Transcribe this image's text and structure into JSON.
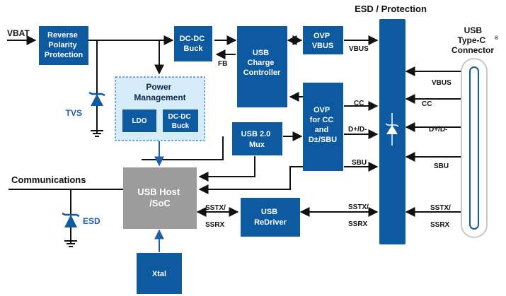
{
  "colors": {
    "block": "#0d5aa0",
    "block_light": "#2f78c4",
    "soc": "#9c9c9c",
    "pm_bg": "#d6ecfa",
    "line": "#111111",
    "accent": "#1f5fa8"
  },
  "labels": {
    "esd_title": "ESD / Protection",
    "vbat": "VBAT",
    "communications": "Communications",
    "tvs": "TVS",
    "esd": "ESD",
    "fb": "FB",
    "vbus_top": "VBUS",
    "cc_left": "CC",
    "dpdm_left": "D+/D-",
    "sbu_left": "SBU",
    "sstx_soc": "SSTX/",
    "ssrx_soc": "SSRX",
    "sstx_mid": "SSTX/",
    "ssrx_mid": "SSRX",
    "vbus_right": "VBUS",
    "cc_right": "CC",
    "dpdm_right": "D+/D-",
    "sbu_right": "SBU",
    "sstx_right": "SSTX/",
    "ssrx_right": "SSRX"
  },
  "blocks": {
    "reverse_polarity": [
      "Reverse",
      "Polarity",
      "Protection"
    ],
    "dcdc_buck": [
      "DC-DC",
      "Buck"
    ],
    "usb_charge": [
      "USB",
      "Charge",
      "Controller"
    ],
    "ovp_vbus": [
      "OVP",
      "VBUS"
    ],
    "power_mgmt": [
      "Power",
      "Management"
    ],
    "ldo": "LDO",
    "pm_buck": [
      "DC-DC",
      "Buck"
    ],
    "ovp_cc": [
      "OVP",
      "for CC",
      "and",
      "D±/SBU"
    ],
    "mux": [
      "USB 2.0",
      "Mux"
    ],
    "soc": [
      "USB Host",
      "/SoC"
    ],
    "redriver": [
      "USB",
      "ReDriver"
    ],
    "xtal": "Xtal"
  },
  "connector": {
    "title": [
      "USB",
      "Type-C",
      "Connector"
    ],
    "registered": "®"
  }
}
